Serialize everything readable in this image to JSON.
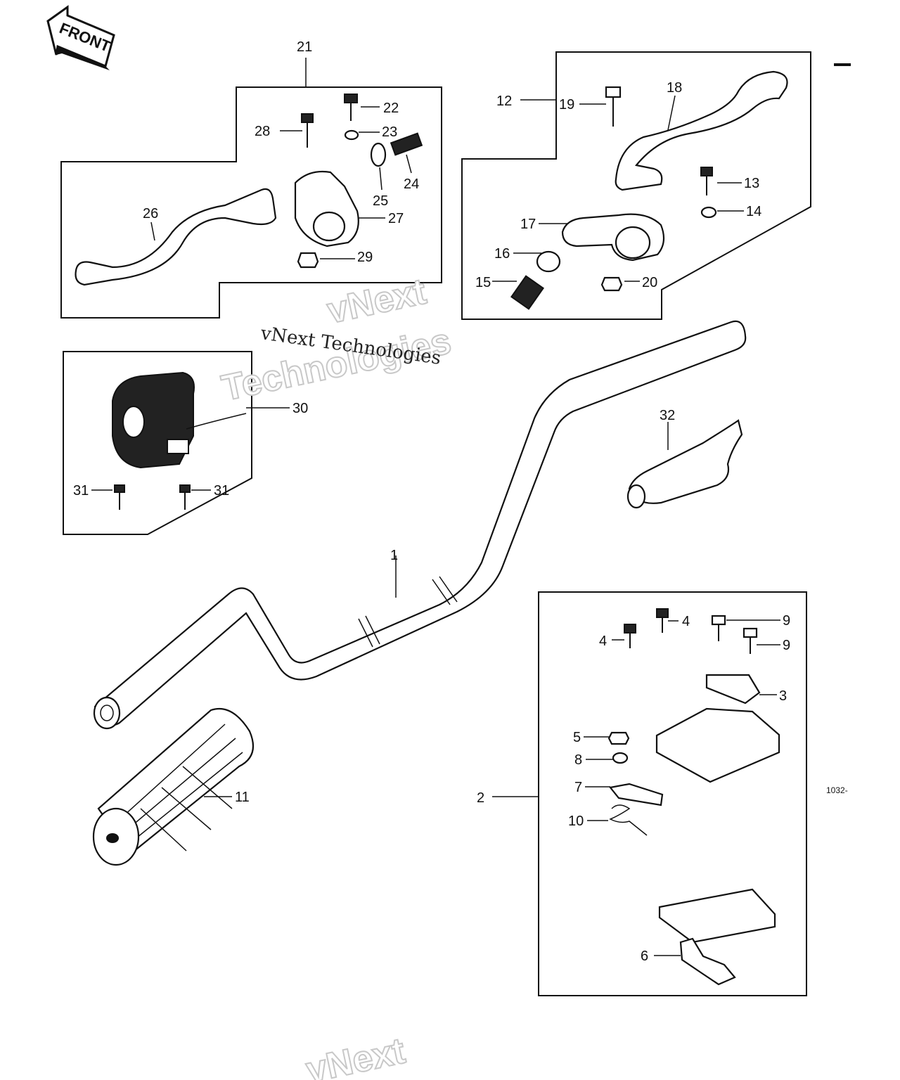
{
  "front_label": "FRONT",
  "drawing_code": "1032-",
  "watermark": {
    "text_serif": "vNext Technologies",
    "outline_line1": "vNext",
    "outline_line2": "Technologies",
    "outline_bottom": "vNext"
  },
  "callouts": [
    "1",
    "2",
    "3",
    "4",
    "4",
    "5",
    "6",
    "7",
    "8",
    "9",
    "9",
    "10",
    "11",
    "12",
    "13",
    "14",
    "15",
    "16",
    "17",
    "18",
    "19",
    "20",
    "21",
    "22",
    "23",
    "24",
    "25",
    "26",
    "27",
    "28",
    "29",
    "30",
    "31",
    "31",
    "32"
  ]
}
